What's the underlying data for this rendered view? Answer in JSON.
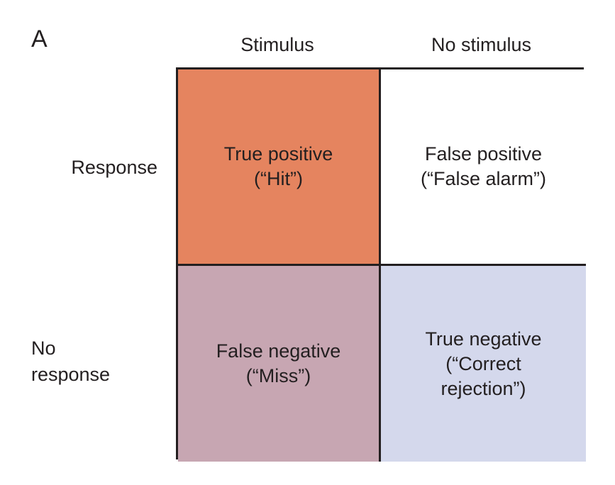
{
  "figure": {
    "panel_label": "A",
    "type": "2x2-confusion-matrix",
    "colors": {
      "true_positive": "#E5845F",
      "false_positive": "#FFFFFF",
      "false_negative": "#C7A6B2",
      "true_negative": "#D4D8EC",
      "border": "#231F20",
      "text": "#231F20",
      "background": "#FFFFFF"
    }
  },
  "columns": [
    {
      "label": "Stimulus"
    },
    {
      "label": "No stimulus"
    }
  ],
  "rows": [
    {
      "label": "Response"
    },
    {
      "label": "No\nresponse"
    }
  ],
  "cells": [
    {
      "id": "true-positive",
      "text": "True positive\n(“Hit”)",
      "row": "Response",
      "column": "Stimulus",
      "color": "#E5845F"
    },
    {
      "id": "false-positive",
      "text": "False positive\n(“False alarm”)",
      "row": "Response",
      "column": "No stimulus",
      "color": "#FFFFFF"
    },
    {
      "id": "false-negative",
      "text": "False negative\n(“Miss”)",
      "row": "No response",
      "column": "Stimulus",
      "color": "#C7A6B2"
    },
    {
      "id": "true-negative",
      "text": "True negative\n(“Correct\nrejection”)",
      "row": "No response",
      "column": "No stimulus",
      "color": "#D4D8EC"
    }
  ]
}
